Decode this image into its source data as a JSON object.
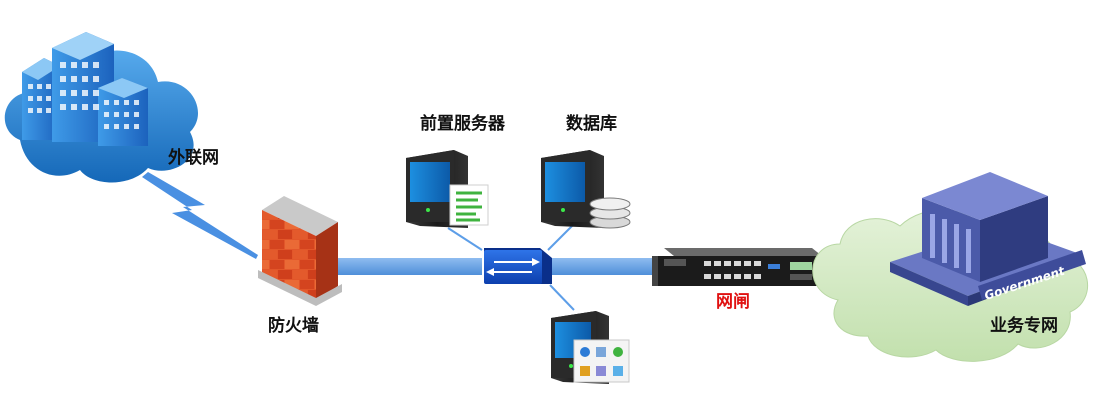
{
  "labels": {
    "internet": "外联网",
    "firewall": "防火墙",
    "front_server": "前置服务器",
    "database": "数据库",
    "gatekeeper": "网闸",
    "private_network": "业务专网",
    "government": "Government"
  },
  "colors": {
    "cloud_blue": "#1e7fd0",
    "link_blue": "#6fa8e6",
    "switch_blue": "#1350c8",
    "gatekeeper_label": "#e01010",
    "private_cloud": "#d4ebc6",
    "building_blue": "#3e4c9a"
  },
  "nodes": [
    {
      "id": "internet",
      "icon": "office-buildings-cloud-icon"
    },
    {
      "id": "firewall",
      "icon": "brick-wall-icon"
    },
    {
      "id": "switch",
      "icon": "network-switch-icon"
    },
    {
      "id": "front_server",
      "icon": "server-tower-document-icon"
    },
    {
      "id": "database",
      "icon": "server-tower-database-icon"
    },
    {
      "id": "app_server",
      "icon": "server-tower-apps-icon"
    },
    {
      "id": "gatekeeper",
      "icon": "rack-appliance-icon"
    },
    {
      "id": "private_network",
      "icon": "government-building-cloud-icon"
    }
  ]
}
